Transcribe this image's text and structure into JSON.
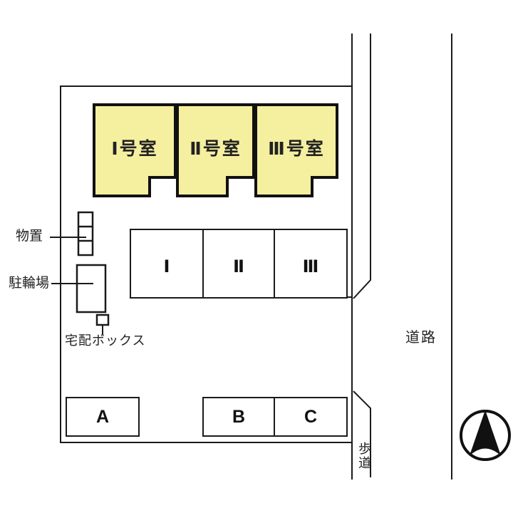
{
  "diagram": {
    "title": "site-layout-plan",
    "colors": {
      "background": "#ffffff",
      "line": "#1a1a1a",
      "building_fill": "#F5EFA0",
      "building_stroke": "#111111"
    },
    "buildings": [
      {
        "label": "Ⅰ号室"
      },
      {
        "label": "Ⅱ号室"
      },
      {
        "label": "Ⅲ号室"
      }
    ],
    "parking_row": [
      {
        "label": "Ⅰ"
      },
      {
        "label": "Ⅱ"
      },
      {
        "label": "Ⅲ"
      }
    ],
    "parking_bottom": [
      {
        "label": "A"
      },
      {
        "label": "B"
      },
      {
        "label": "C"
      }
    ],
    "annotations": {
      "storage": "物置",
      "bicycle_parking": "駐輪場",
      "delivery_box": "宅配ボックス",
      "road": "道路",
      "sidewalk": "歩道"
    },
    "compass": {
      "icon": "north-arrow-icon"
    }
  }
}
